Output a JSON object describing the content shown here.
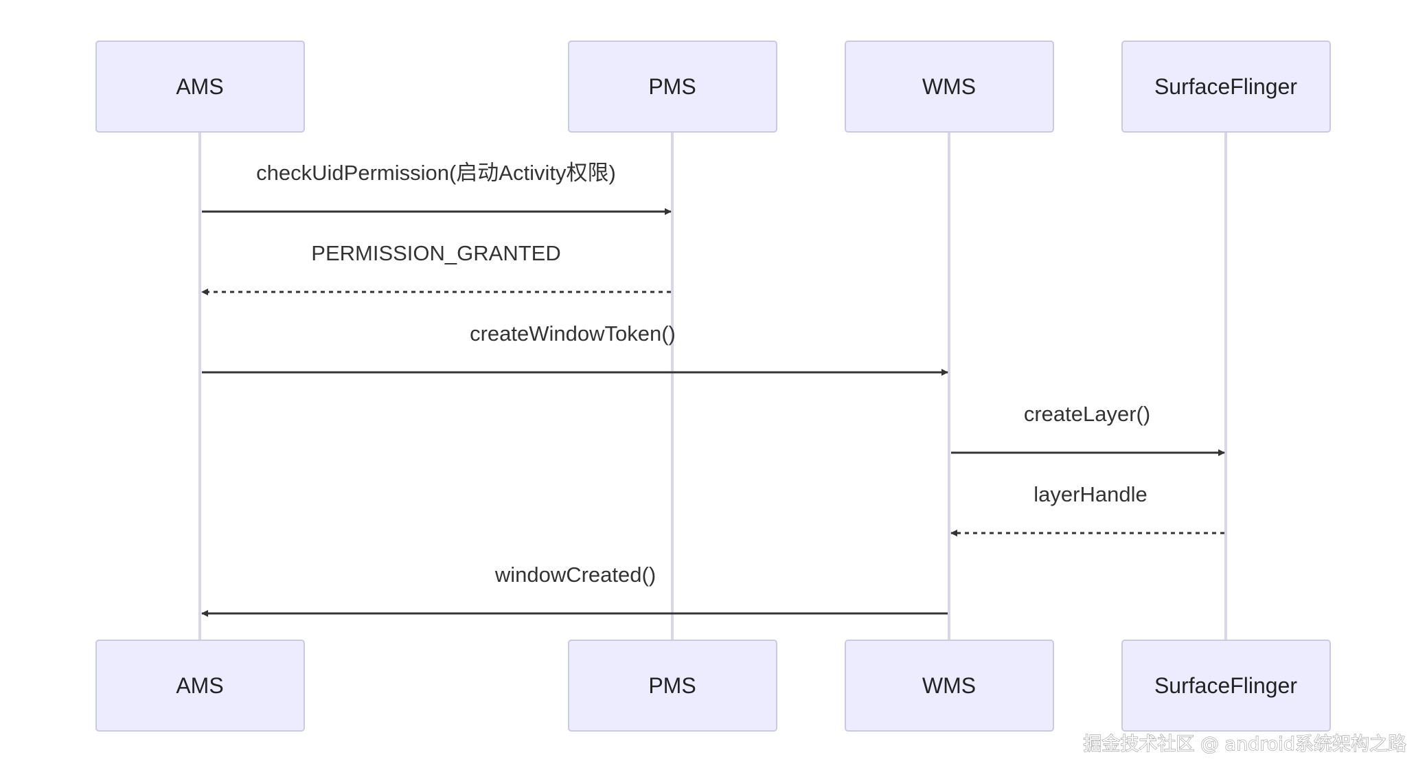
{
  "participants": [
    {
      "id": "AMS",
      "label": "AMS"
    },
    {
      "id": "PMS",
      "label": "PMS"
    },
    {
      "id": "WMS",
      "label": "WMS"
    },
    {
      "id": "SF",
      "label": "SurfaceFlinger"
    }
  ],
  "messages": [
    {
      "from": "AMS",
      "to": "PMS",
      "label": "checkUidPermission(启动Activity权限)",
      "style": "solid"
    },
    {
      "from": "PMS",
      "to": "AMS",
      "label": "PERMISSION_GRANTED",
      "style": "dashed"
    },
    {
      "from": "AMS",
      "to": "WMS",
      "label": "createWindowToken()",
      "style": "solid"
    },
    {
      "from": "WMS",
      "to": "SF",
      "label": "createLayer()",
      "style": "solid"
    },
    {
      "from": "SF",
      "to": "WMS",
      "label": "layerHandle",
      "style": "dashed"
    },
    {
      "from": "WMS",
      "to": "AMS",
      "label": "windowCreated()",
      "style": "solid"
    }
  ],
  "watermark": "掘金技术社区 @ android系统架构之路"
}
